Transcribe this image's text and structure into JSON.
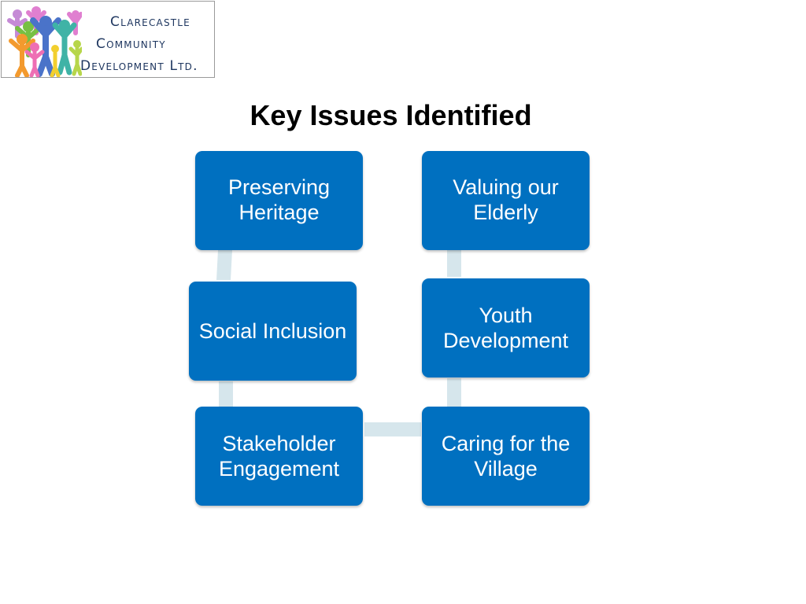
{
  "logo": {
    "line1": "Clarecastle",
    "line2": "Community",
    "line3": "Development Ltd."
  },
  "title": "Key Issues Identified",
  "boxes": {
    "preserving_heritage": "Preserving Heritage",
    "social_inclusion": "Social Inclusion",
    "stakeholder_engagement": "Stakeholder Engagement",
    "valuing_elderly": "Valuing our Elderly",
    "youth_development": "Youth Development",
    "caring_village": "Caring for the Village"
  },
  "colors": {
    "box_fill": "#0070c0",
    "connector": "#d6e6ec",
    "logo_text": "#1f3760"
  }
}
